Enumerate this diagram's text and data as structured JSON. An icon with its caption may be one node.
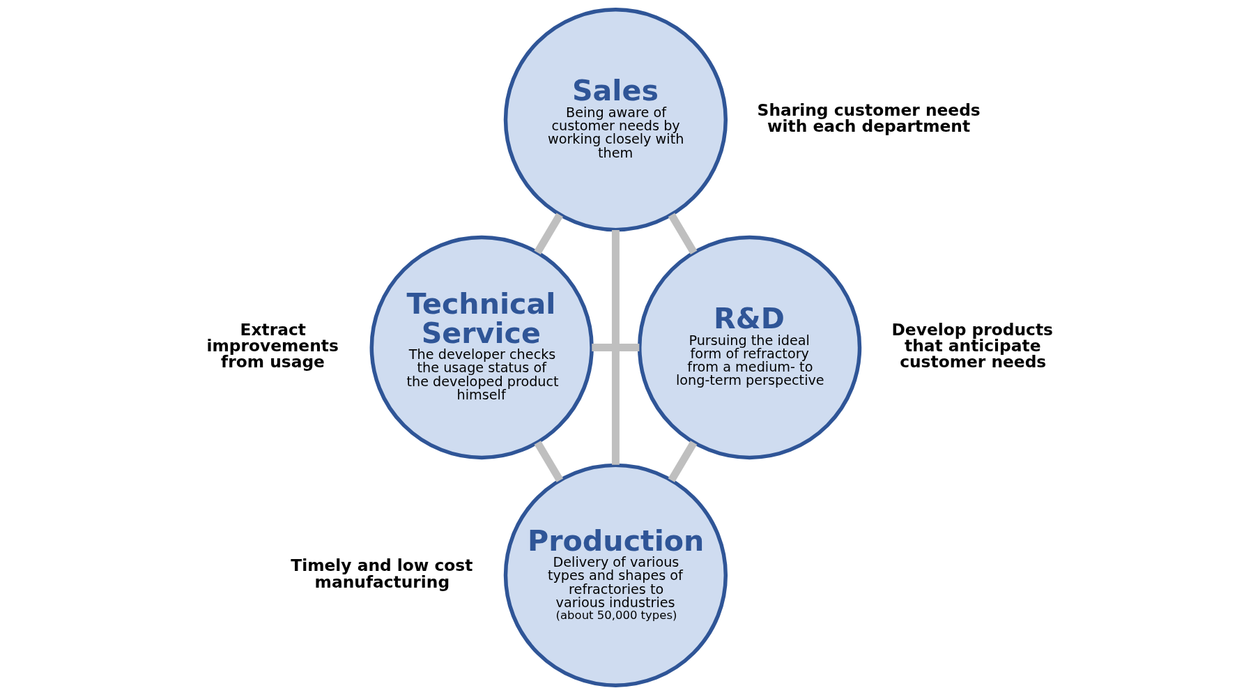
{
  "diagram": {
    "nodes": [
      {
        "text": [
          "Sales",
          "Being aware of customer needs by working closely with them"
        ],
        "beside": [
          "Sharing customer needs with each department"
        ]
      },
      {
        "text": [
          "Technical Service",
          "The developer checks the usage status of the developed product himself"
        ],
        "beside": [
          "Extract improvements from usage"
        ]
      },
      {
        "text": [
          "R&D",
          "Pursuing the ideal form of refractory from a medium- to long-term perspective"
        ],
        "beside": [
          "Develop products that anticipate customer needs"
        ]
      },
      {
        "text": [
          "Production",
          "Delivery of various types and shapes of refractories to various industries",
          "(about 50,000 types)"
        ],
        "beside": [
          "Timely and low cost manufacturing"
        ]
      }
    ],
    "edges": [
      {
        "from": 0,
        "to": 1,
        "arrow": "none"
      },
      {
        "from": 0,
        "to": 2,
        "arrow": "none"
      },
      {
        "from": 0,
        "to": 3,
        "arrow": "none"
      },
      {
        "from": 1,
        "to": 2,
        "arrow": "none"
      },
      {
        "from": 1,
        "to": 3,
        "arrow": "none"
      },
      {
        "from": 2,
        "to": 3,
        "arrow": "none"
      }
    ]
  }
}
